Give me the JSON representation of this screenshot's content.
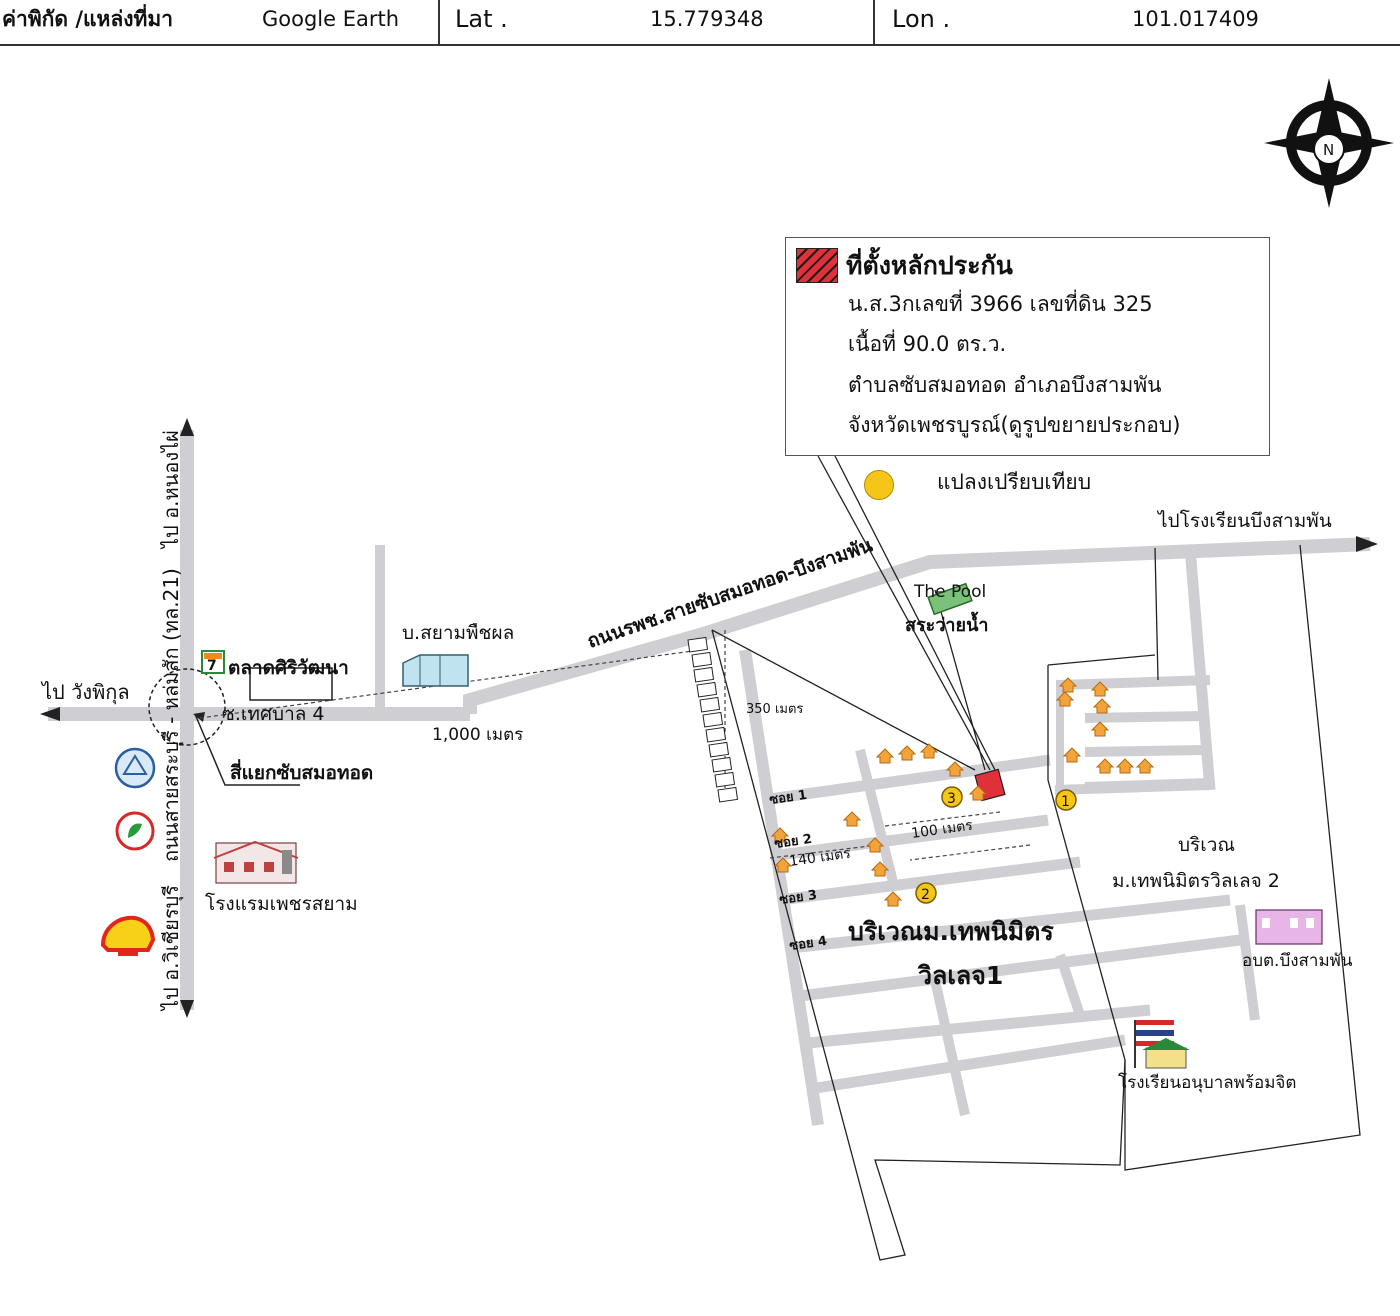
{
  "header": {
    "coord_label": "ค่าพิกัด /แหล่งที่มา",
    "source": "Google Earth",
    "lat_label": "Lat .",
    "lat_value": "15.779348",
    "lon_label": "Lon .",
    "lon_value": "101.017409"
  },
  "compass": {
    "letter": "N"
  },
  "legend": {
    "title": "ที่ตั้งหลักประกัน",
    "lines": [
      "น.ส.3กเลขที่ 3966 เลขที่ดิน 325",
      "เนื้อที่ 90.0 ตร.ว.",
      "ตำบลซับสมอทอด  อำเภอบึงสามพัน",
      "จังหวัดเพชรบูรณ์(ดูรูปขยายประกอบ)"
    ],
    "comparison_label": "แปลงเปรียบเทียบ",
    "swatch_color": "#e0303a",
    "comparison_color": "#f5c518"
  },
  "labels": {
    "to_nong_phai": "ไป อ.หนองไผ่",
    "highway_21": "ถนนสายสระบุรี - หล่มสัก (ทล.21)",
    "to_wichian_buri": "ไป อ.วิเชียรบุรี",
    "to_wang_phikul": "ไป วังพิกุล",
    "market": "ตลาดศิริวัฒนา",
    "siam_phuetphon": "บ.สยามพืชผล",
    "soi_thetsaban_4": "ซ.เทศบาล 4",
    "intersection": "สี่แยกซับสมอทอด",
    "dist_1000": "1,000 เมตร",
    "hotel": "โรงแรมเพชรสยาม",
    "main_road": "ถนนรพช.สายซับสมอทอด-บึงสามพัน",
    "to_school": "ไปโรงเรียนบึงสามพัน",
    "the_pool": "The Pool",
    "pool_th": "สระว่ายน้ำ",
    "dist_350": "350 เมตร",
    "dist_100": "100 เมตร",
    "dist_140": "140 เมตร",
    "soi_1": "ซอย 1",
    "soi_2": "ซอย 2",
    "soi_3": "ซอย 3",
    "soi_4": "ซอย 4",
    "village_1_line1": "บริเวณม.เทพนิมิตร",
    "village_1_line2": "วิลเลจ1",
    "village_2_line1": "บริเวณ",
    "village_2_line2": "ม.เทพนิมิตรวิลเลจ 2",
    "tao": "อบต.บึงสามพัน",
    "kindergarten": "โรงเรียนอนุบาลพร้อมจิต",
    "marker_1": "1",
    "marker_2": "2",
    "marker_3": "3",
    "seven_eleven": "7"
  }
}
